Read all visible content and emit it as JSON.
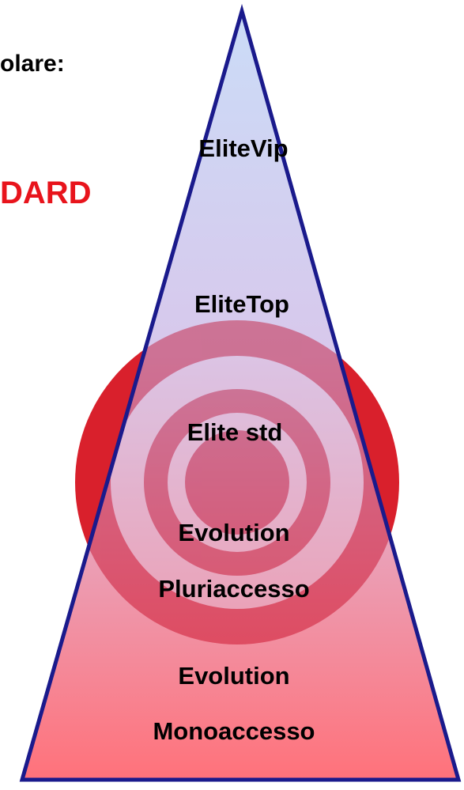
{
  "heading_fragment": "olare:",
  "standard_fragment": "DARD",
  "colors": {
    "accent_red": "#e8141c",
    "pyramid_outline": "#1a1a8c",
    "pyramid_top": "#bcd2f5",
    "pyramid_bottom": "#ff4a55",
    "target_outer": "#d9202c",
    "target_ring": "#c7465e",
    "target_center": "#c0385a"
  },
  "pyramid": {
    "tiers": [
      {
        "lines": [
          "EliteVip"
        ]
      },
      {
        "lines": [
          "EliteTop"
        ]
      },
      {
        "lines": [
          "Elite std"
        ]
      },
      {
        "lines": [
          "Evolution",
          "Pluriaccesso"
        ]
      },
      {
        "lines": [
          "Evolution",
          "Monoaccesso"
        ]
      }
    ]
  }
}
